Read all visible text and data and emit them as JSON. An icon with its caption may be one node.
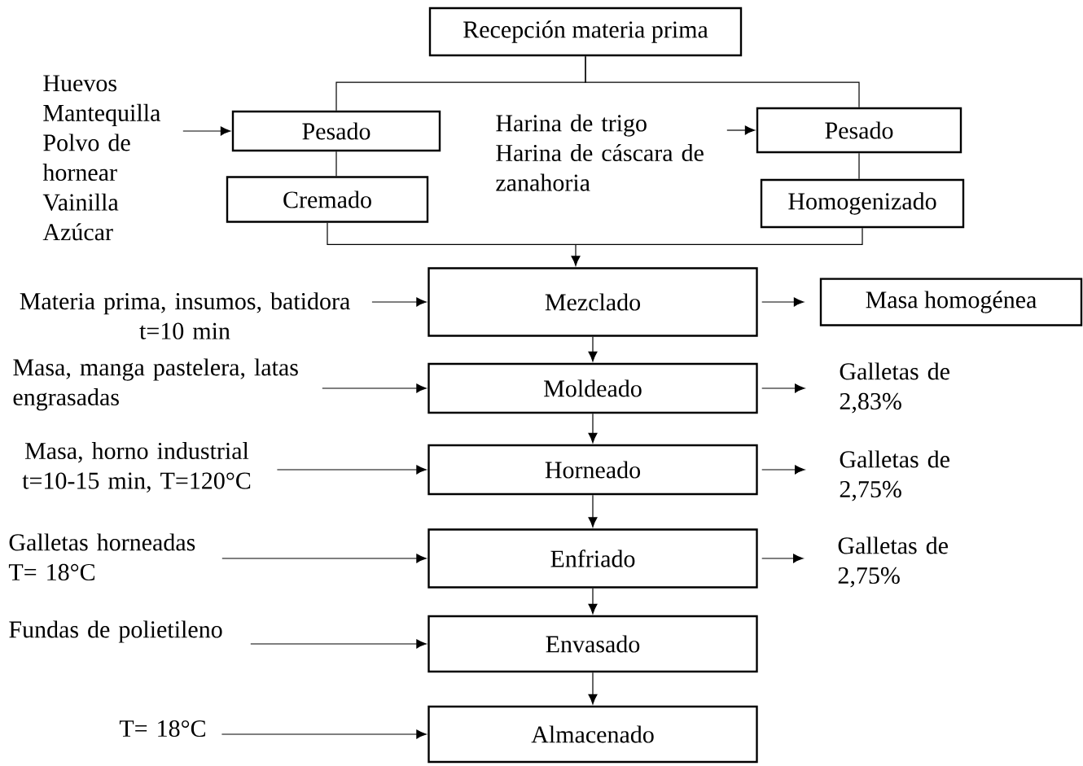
{
  "diagram": {
    "nodes": [
      {
        "text": [
          "Recepción materia prima"
        ]
      },
      {
        "text": [
          "Huevos",
          "Mantequilla",
          "Polvo de hornear",
          "Vainilla",
          "Azúcar"
        ]
      },
      {
        "text": [
          "Pesado"
        ]
      },
      {
        "text": [
          "Cremado"
        ]
      },
      {
        "text": [
          "Harina de trigo",
          "Harina de cáscara de zanahoria"
        ]
      },
      {
        "text": [
          "Pesado"
        ]
      },
      {
        "text": [
          "Homogenizado"
        ]
      },
      {
        "text": [
          "Mezclado"
        ]
      },
      {
        "text": [
          "Materia prima, insumos, batidora",
          "t=10  min"
        ]
      },
      {
        "text": [
          "Masa homogénea"
        ]
      },
      {
        "text": [
          "Moldeado"
        ]
      },
      {
        "text": [
          "Masa, manga pastelera, latas engrasadas"
        ]
      },
      {
        "text": [
          "Galletas de 2,83%"
        ]
      },
      {
        "text": [
          "Horneado"
        ]
      },
      {
        "text": [
          "Masa, horno industrial",
          "t=10-15 min,  T=120°C"
        ]
      },
      {
        "text": [
          "Galletas de 2,75%"
        ]
      },
      {
        "text": [
          "Enfriado"
        ]
      },
      {
        "text": [
          "Galletas horneadas",
          "T= 18°C"
        ]
      },
      {
        "text": [
          "Galletas de 2,75%"
        ]
      },
      {
        "text": [
          "Envasado"
        ]
      },
      {
        "text": [
          "Fundas de polietileno"
        ]
      },
      {
        "text": [
          "Almacenado"
        ]
      },
      {
        "text": [
          "T= 18°C"
        ]
      }
    ],
    "edges": [
      {
        "from": 0,
        "to": 2,
        "arrow": "none"
      },
      {
        "from": 0,
        "to": 5,
        "arrow": "none"
      },
      {
        "from": 1,
        "to": 2,
        "arrow": "to"
      },
      {
        "from": 2,
        "to": 3,
        "arrow": "none"
      },
      {
        "from": 4,
        "to": 5,
        "arrow": "to"
      },
      {
        "from": 5,
        "to": 6,
        "arrow": "none"
      },
      {
        "from": 3,
        "to": 7,
        "arrow": "to"
      },
      {
        "from": 6,
        "to": 7,
        "arrow": "to"
      },
      {
        "from": 8,
        "to": 7,
        "arrow": "to"
      },
      {
        "from": 7,
        "to": 9,
        "arrow": "to"
      },
      {
        "from": 7,
        "to": 10,
        "arrow": "to"
      },
      {
        "from": 11,
        "to": 10,
        "arrow": "to"
      },
      {
        "from": 10,
        "to": 12,
        "arrow": "to"
      },
      {
        "from": 10,
        "to": 13,
        "arrow": "to"
      },
      {
        "from": 14,
        "to": 13,
        "arrow": "to"
      },
      {
        "from": 13,
        "to": 15,
        "arrow": "to"
      },
      {
        "from": 13,
        "to": 16,
        "arrow": "to"
      },
      {
        "from": 17,
        "to": 16,
        "arrow": "to"
      },
      {
        "from": 16,
        "to": 18,
        "arrow": "to"
      },
      {
        "from": 16,
        "to": 19,
        "arrow": "to"
      },
      {
        "from": 20,
        "to": 19,
        "arrow": "to"
      },
      {
        "from": 19,
        "to": 21,
        "arrow": "to"
      },
      {
        "from": 22,
        "to": 21,
        "arrow": "to"
      }
    ]
  }
}
